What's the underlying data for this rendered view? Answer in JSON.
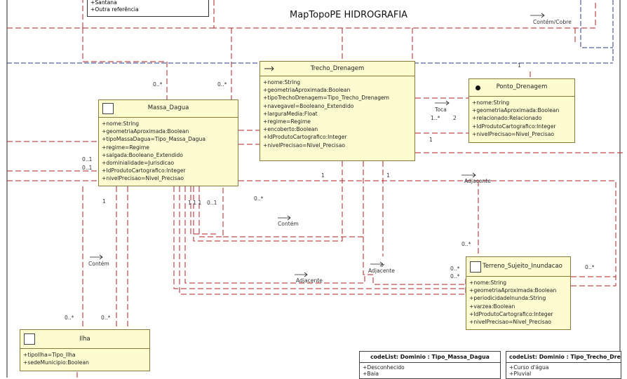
{
  "diagram": {
    "title": "MapTopoPE HIDROGRAFIA"
  },
  "top_box": {
    "items": [
      "+Santana",
      "+Outra referência"
    ]
  },
  "classes": {
    "massa_dagua": {
      "name": "Massa_Dagua",
      "attributes": [
        "+nome:String",
        "+geometriaAproximada:Boolean",
        "+tipoMassaDagua=Tipo_Massa_Dagua",
        "+regime=Regime",
        "+salgada:Booleano_Extendido",
        "+dominialidade=Jurisdicao",
        "+IdProdutoCartografico:Integer",
        "+nivelPrecisao=Nivel_Precisao"
      ]
    },
    "trecho_drenagem": {
      "name": "Trecho_Drenagem",
      "attributes": [
        "+nome:String",
        "+geometriaAproximada:Boolean",
        "+tipoTrechoDrenagem=Tipo_Trecho_Drenagem",
        "+navegavel=Booleano_Extendido",
        "+larguraMedia:Float",
        "+regime=Regime",
        "+encoberto:Boolean",
        "+IdProdutoCartografico:Integer",
        "+nivelPrecisao=Nivel_Precisao"
      ]
    },
    "ponto_drenagem": {
      "name": "Ponto_Drenagem",
      "attributes": [
        "+nome:String",
        "+geometriaAproximada:Boolean",
        "+relacionado:Relacionado",
        "+IdProdutoCartografico:Integer",
        "+nivelPrecisao=Nivel_Precisao"
      ]
    },
    "terreno": {
      "name": "Terreno_Sujeito_Inundacao",
      "attributes": [
        "+nome:String",
        "+geometriaAproximada:Boolean",
        "+periodicidadeInunda:String",
        "+varzea:Boolean",
        "+IdProdutoCartografico:Integer",
        "+nivelPrecisao=Nivel_Precisao"
      ]
    },
    "ilha": {
      "name": "Ilha",
      "attributes": [
        "+tipoIlha=Tipo_Ilha",
        "+sedeMunicipio:Boolean"
      ]
    }
  },
  "codelists": {
    "massa": {
      "name": "codeList: Dominio : Tipo_Massa_Dagua",
      "items": [
        "+Desconhecido",
        "+Baia"
      ]
    },
    "trecho": {
      "name": "codeList: Dominio : Tipo_Trecho_Dre",
      "items": [
        "+Curso d'água",
        "+Pluvial"
      ]
    }
  },
  "labels": {
    "contem_cobre": "Contém/Cobre",
    "toca": "Toca",
    "contem_1": "Contém",
    "contem_2": "Contém",
    "adjacente_1": "Adjacente",
    "adjacente_2": "Adjacente",
    "adjacente_3": "Adjacente",
    "m_0n_a": "0..*",
    "m_0n_b": "0..*",
    "m_1_ponto": "1",
    "m_1n_toca": "1..*",
    "m_2_toca": "2",
    "m_1_trecho_ponto": "1",
    "m_01_a": "0..1",
    "m_01_b": "0..1",
    "m_1_massa_left": "1",
    "m_1_trecho_a": "1",
    "m_1_trecho_b": "1",
    "m_111": "1 1 1",
    "m_01_c": "0..1",
    "m_0n_c": "0..*",
    "m_0n_d": "0..*",
    "m_0n_e": "0..*",
    "m_0n_f": "0..*",
    "m_0n_g": "0..*",
    "m_0n_h": "0..*"
  },
  "colors": {
    "class_fill": "#fdfbd0",
    "class_border": "#8a7a3a",
    "assoc_red": "#b02020",
    "assoc_blue": "#2b3a8c"
  }
}
